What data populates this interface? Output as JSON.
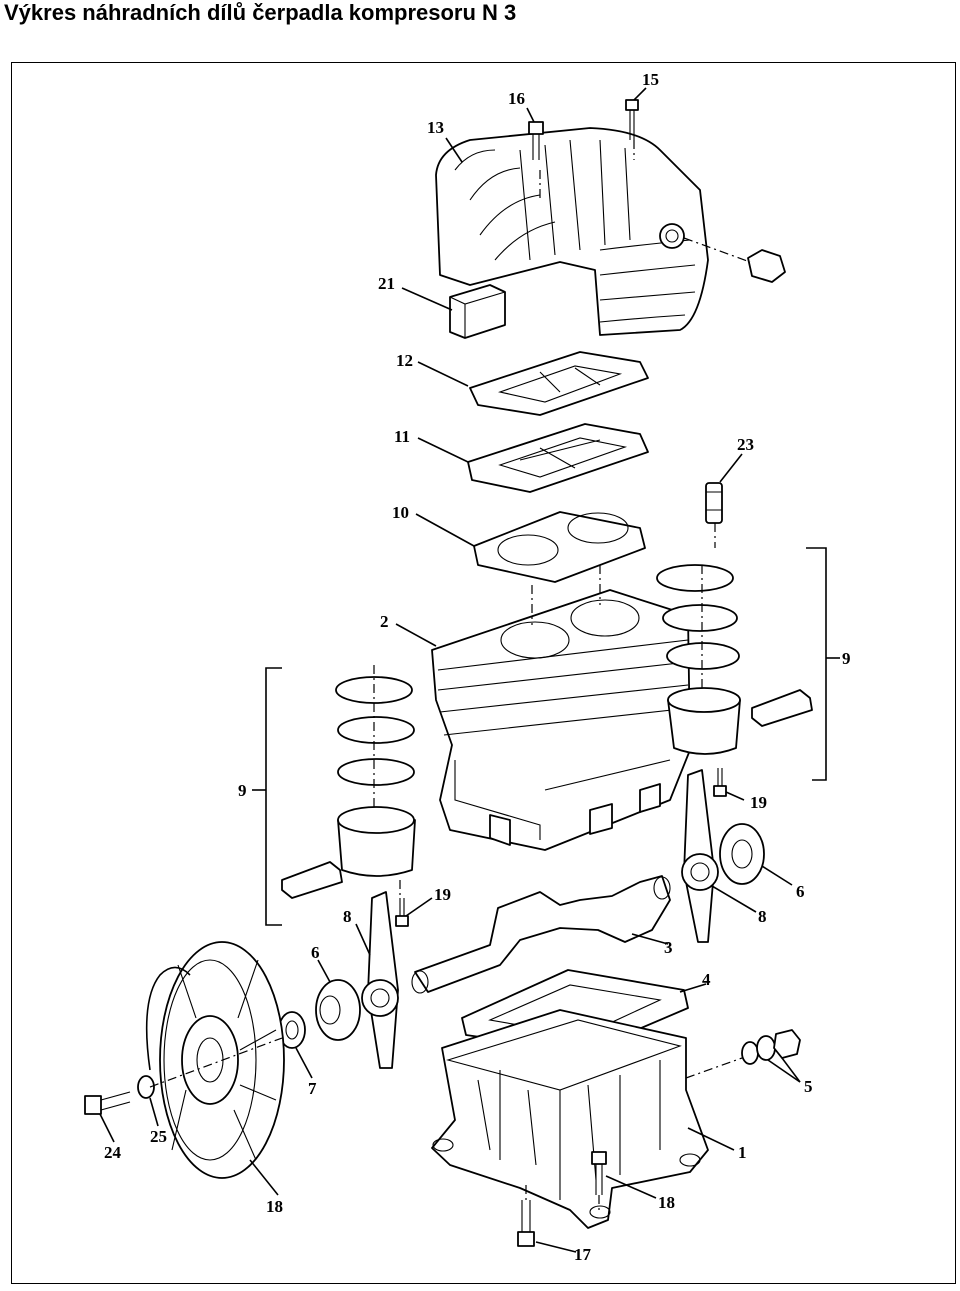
{
  "title": "Výkres náhradních dílů čerpadla kompresoru N 3",
  "callouts": [
    {
      "id": "c13",
      "label": "13"
    },
    {
      "id": "c16",
      "label": "16"
    },
    {
      "id": "c15",
      "label": "15"
    },
    {
      "id": "c21",
      "label": "21"
    },
    {
      "id": "c12",
      "label": "12"
    },
    {
      "id": "c11",
      "label": "11"
    },
    {
      "id": "c23",
      "label": "23"
    },
    {
      "id": "c10",
      "label": "10"
    },
    {
      "id": "c2",
      "label": "2"
    },
    {
      "id": "c9r",
      "label": "9"
    },
    {
      "id": "c9l",
      "label": "9"
    },
    {
      "id": "c19r",
      "label": "19"
    },
    {
      "id": "c19l",
      "label": "19"
    },
    {
      "id": "c6r",
      "label": "6"
    },
    {
      "id": "c8r",
      "label": "8"
    },
    {
      "id": "c8l",
      "label": "8"
    },
    {
      "id": "c3",
      "label": "3"
    },
    {
      "id": "c6l",
      "label": "6"
    },
    {
      "id": "c4",
      "label": "4"
    },
    {
      "id": "c7",
      "label": "7"
    },
    {
      "id": "c5",
      "label": "5"
    },
    {
      "id": "c24",
      "label": "24"
    },
    {
      "id": "c25",
      "label": "25"
    },
    {
      "id": "c1",
      "label": "1"
    },
    {
      "id": "c18r",
      "label": "18"
    },
    {
      "id": "c18l",
      "label": "18"
    },
    {
      "id": "c17",
      "label": "17"
    }
  ]
}
